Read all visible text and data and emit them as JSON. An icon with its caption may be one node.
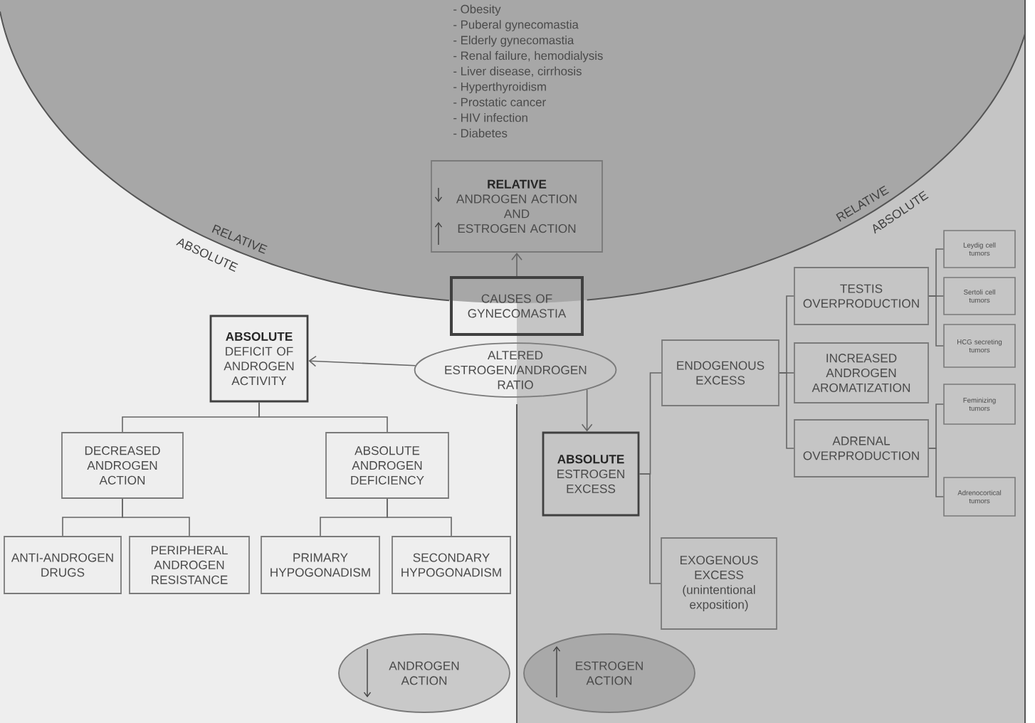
{
  "diagram": {
    "nodes": [
      {
        "text": [
          "- Obesity",
          "- Puberal gynecomastia",
          "- Elderly gynecomastia",
          "- Renal failure, hemodialysis",
          "- Liver disease, cirrhosis",
          "- Hyperthyroidism",
          "- Prostatic cancer",
          "- HIV infection",
          "- Diabetes"
        ]
      },
      {
        "text": [
          "RELATIVE",
          "ANDROGEN ACTION",
          "AND",
          "ESTROGEN ACTION"
        ],
        "in": 0
      },
      {
        "text": [
          "CAUSES OF GYNECOMASTIA"
        ]
      },
      {
        "text": [
          "ALTERED ESTROGEN/ANDROGEN RATIO"
        ]
      },
      {
        "text": [
          "ABSOLUTE",
          "DEFICIT OF ANDROGEN ACTIVITY"
        ]
      },
      {
        "text": [
          "DECREASED ANDROGEN ACTION"
        ]
      },
      {
        "text": [
          "ABSOLUTE ANDROGEN DEFICIENCY"
        ]
      },
      {
        "text": [
          "ANTI-ANDROGEN DRUGS"
        ]
      },
      {
        "text": [
          "PERIPHERAL ANDROGEN RESISTANCE"
        ]
      },
      {
        "text": [
          "PRIMARY HYPOGONADISM"
        ]
      },
      {
        "text": [
          "SECONDARY HYPOGONADISM"
        ]
      },
      {
        "text": [
          "ABSOLUTE",
          "ESTROGEN EXCESS"
        ]
      },
      {
        "text": [
          "ENDOGENOUS EXCESS"
        ]
      },
      {
        "text": [
          "EXOGENOUS EXCESS",
          "(unintentional exposition)"
        ]
      },
      {
        "text": [
          "TESTIS OVERPRODUCTION"
        ]
      },
      {
        "text": [
          "INCREASED ANDROGEN AROMATIZATION"
        ]
      },
      {
        "text": [
          "ADRENAL OVERPRODUCTION"
        ]
      },
      {
        "text": [
          "Leydig cell tumors"
        ]
      },
      {
        "text": [
          "Sertoli cell tumors"
        ]
      },
      {
        "text": [
          "HCG secreting tumors"
        ]
      },
      {
        "text": [
          "Feminizing tumors"
        ]
      },
      {
        "text": [
          "Adrenocortical tumors"
        ]
      },
      {
        "text": [
          "ANDROGEN ACTION"
        ]
      },
      {
        "text": [
          "ESTROGEN ACTION"
        ]
      }
    ],
    "edges": [
      {
        "from": 2,
        "to": 1,
        "arrow": "to"
      },
      {
        "from": 3,
        "to": 4,
        "arrow": "to"
      },
      {
        "from": 3,
        "to": 11,
        "arrow": "to"
      },
      {
        "from": 4,
        "to": 5,
        "arrow": "none"
      },
      {
        "from": 4,
        "to": 6,
        "arrow": "none"
      },
      {
        "from": 5,
        "to": 7,
        "arrow": "none"
      },
      {
        "from": 5,
        "to": 8,
        "arrow": "none"
      },
      {
        "from": 6,
        "to": 9,
        "arrow": "none"
      },
      {
        "from": 6,
        "to": 10,
        "arrow": "none"
      },
      {
        "from": 11,
        "to": 12,
        "arrow": "none"
      },
      {
        "from": 11,
        "to": 13,
        "arrow": "none"
      },
      {
        "from": 12,
        "to": 14,
        "arrow": "none"
      },
      {
        "from": 12,
        "to": 15,
        "arrow": "none"
      },
      {
        "from": 12,
        "to": 16,
        "arrow": "none"
      },
      {
        "from": 14,
        "to": 17,
        "arrow": "none"
      },
      {
        "from": 14,
        "to": 18,
        "arrow": "none"
      },
      {
        "from": 14,
        "to": 19,
        "arrow": "none"
      },
      {
        "from": 16,
        "to": 20,
        "arrow": "none"
      },
      {
        "from": 16,
        "to": 21,
        "arrow": "none"
      }
    ],
    "labels": [
      "RELATIVE",
      "ABSOLUTE",
      "RELATIVE",
      "ABSOLUTE"
    ]
  }
}
